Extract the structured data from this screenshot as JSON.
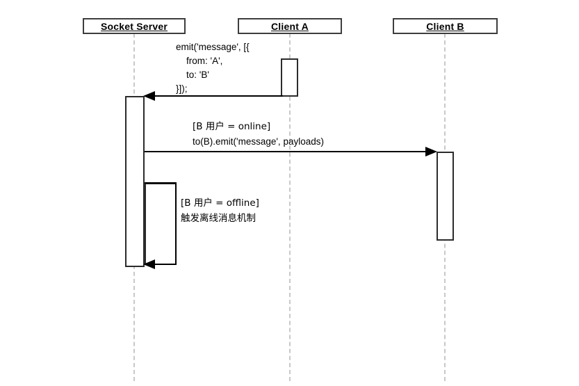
{
  "diagram": {
    "type": "sequence-diagram",
    "background": "#ffffff",
    "line_color": "#000000",
    "lifeline_color": "#c8c8c8",
    "box_border_color": "#3d3d3d"
  },
  "participants": [
    {
      "id": "socket-server",
      "label": "Socket Server"
    },
    {
      "id": "client-a",
      "label": "Client A"
    },
    {
      "id": "client-b",
      "label": "Client B"
    }
  ],
  "messages": [
    {
      "id": "emit-message",
      "from": "client-a",
      "to": "socket-server",
      "direction": "left",
      "lines": [
        "emit('message', [{",
        "    from: 'A',",
        "    to: 'B'",
        "}]);"
      ],
      "text": "emit('message', [{\n    from: 'A',\n    to: 'B'\n}]);"
    },
    {
      "id": "to-b-emit",
      "from": "socket-server",
      "to": "client-b",
      "direction": "right",
      "guard": "[B 用户 = online]",
      "call": "to(B).emit('message', payloads)",
      "text": "[B 用户 = online]\nto(B).emit('message', payloads)"
    },
    {
      "id": "offline-message",
      "from": "socket-server",
      "to": "socket-server",
      "direction": "self",
      "guard": "[B 用户 = offline]",
      "call": "触发离线消息机制",
      "text": "[B 用户 = offline]\n触发离线消息机制"
    }
  ]
}
